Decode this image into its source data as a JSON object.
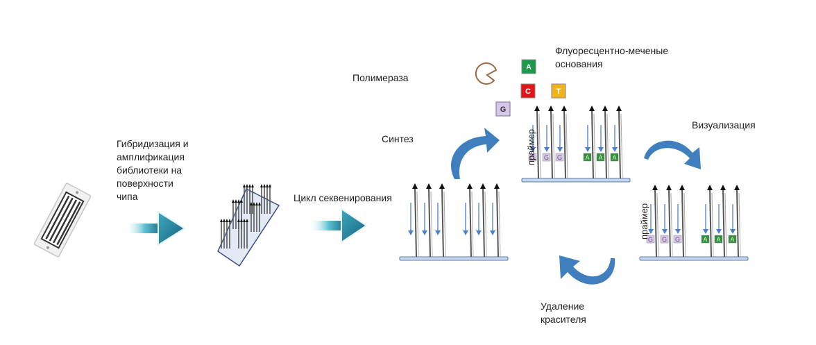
{
  "labels": {
    "hybridization": [
      "Гибридизация и",
      "амплификация",
      "библиотеки на",
      "поверхности",
      "чипа"
    ],
    "sequencing_cycle": "Цикл секвенирования",
    "polymerase": "Полимераза",
    "fluorescent_bases": [
      "Флуоресцентно-меченые",
      "основания"
    ],
    "synthesis": "Синтез",
    "visualization": "Визуализация",
    "dye_removal": [
      "Удаление",
      "красителя"
    ],
    "primer": "праймер"
  },
  "bases": [
    {
      "letter": "A",
      "color": "#1a9a4a"
    },
    {
      "letter": "C",
      "color": "#e0161b"
    },
    {
      "letter": "T",
      "color": "#f2b21b"
    },
    {
      "letter": "G",
      "color": "#d8c8e8"
    }
  ],
  "incorporated": {
    "cluster_left": [
      "G",
      "G",
      "G"
    ],
    "cluster_right": [
      "A",
      "A",
      "A"
    ]
  },
  "colors": {
    "flow_arrow": "#1a7f9a",
    "cycle_arrow": "#3f7fbd",
    "primer_arrow": "#4a7fd0",
    "strand": "#555555",
    "slide": "#c8d8ec",
    "slide_border": "#5a7aa8",
    "g_tag": "#d8c8e8",
    "a_tag": "#2f8f3a"
  }
}
